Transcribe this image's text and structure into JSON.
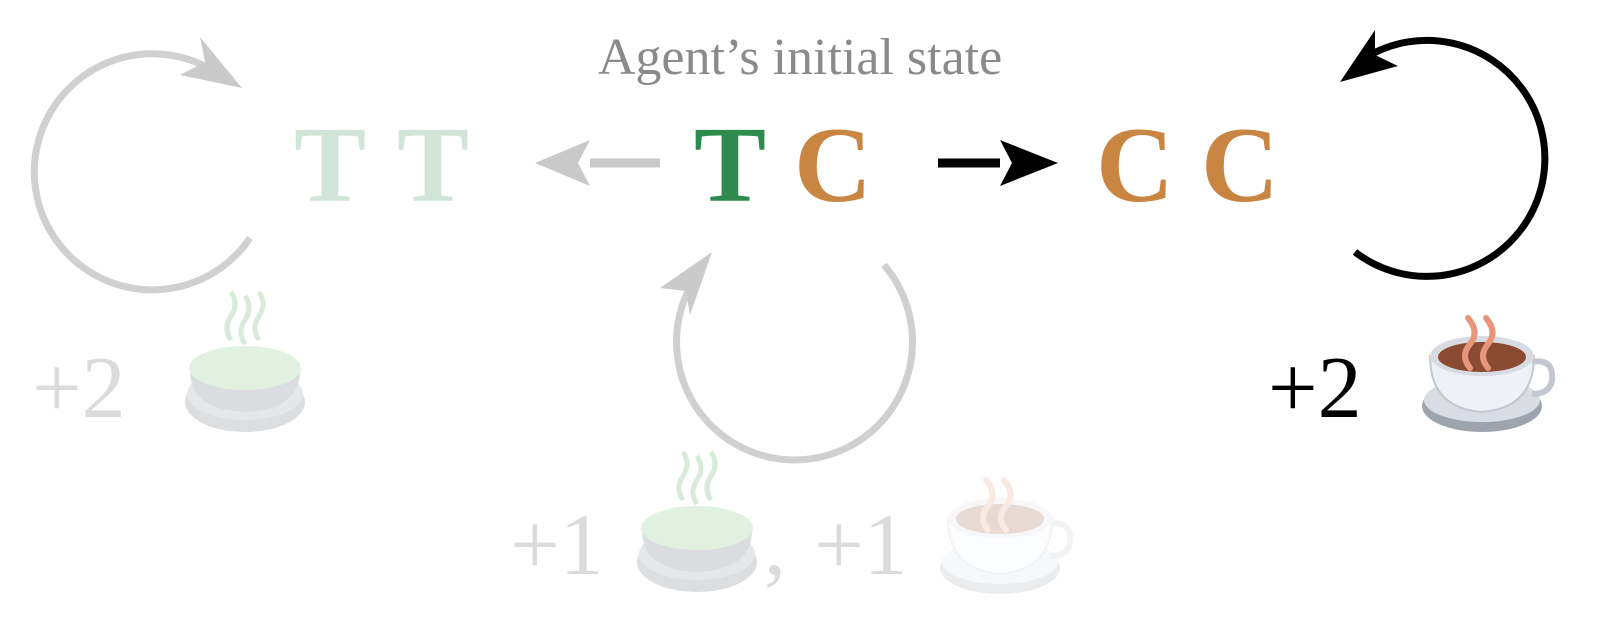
{
  "title": "Agent’s initial state",
  "states": {
    "left": {
      "letters": [
        "T",
        "T"
      ]
    },
    "center": {
      "letters": [
        "T",
        "C"
      ]
    },
    "right": {
      "letters": [
        "C",
        "C"
      ]
    }
  },
  "rewards": {
    "left": {
      "text": "+2",
      "drink_icon": "tea-cup-icon"
    },
    "center_a": {
      "text": "+1",
      "drink_icon": "tea-cup-icon"
    },
    "separator": ",",
    "center_b": {
      "text": "+1",
      "drink_icon": "coffee-cup-icon"
    },
    "right": {
      "text": "+2",
      "drink_icon": "coffee-cup-icon"
    }
  },
  "colors": {
    "tea_green": "#2f8a4e",
    "coffee_orange": "#c98542",
    "faded_gray": "#c6c6c6",
    "title_gray": "#8a8a8a",
    "black": "#000000",
    "coffee_liquid": "#8b4a32",
    "cup_gray": "#9ea4ae",
    "cup_white": "#eef1f6"
  }
}
